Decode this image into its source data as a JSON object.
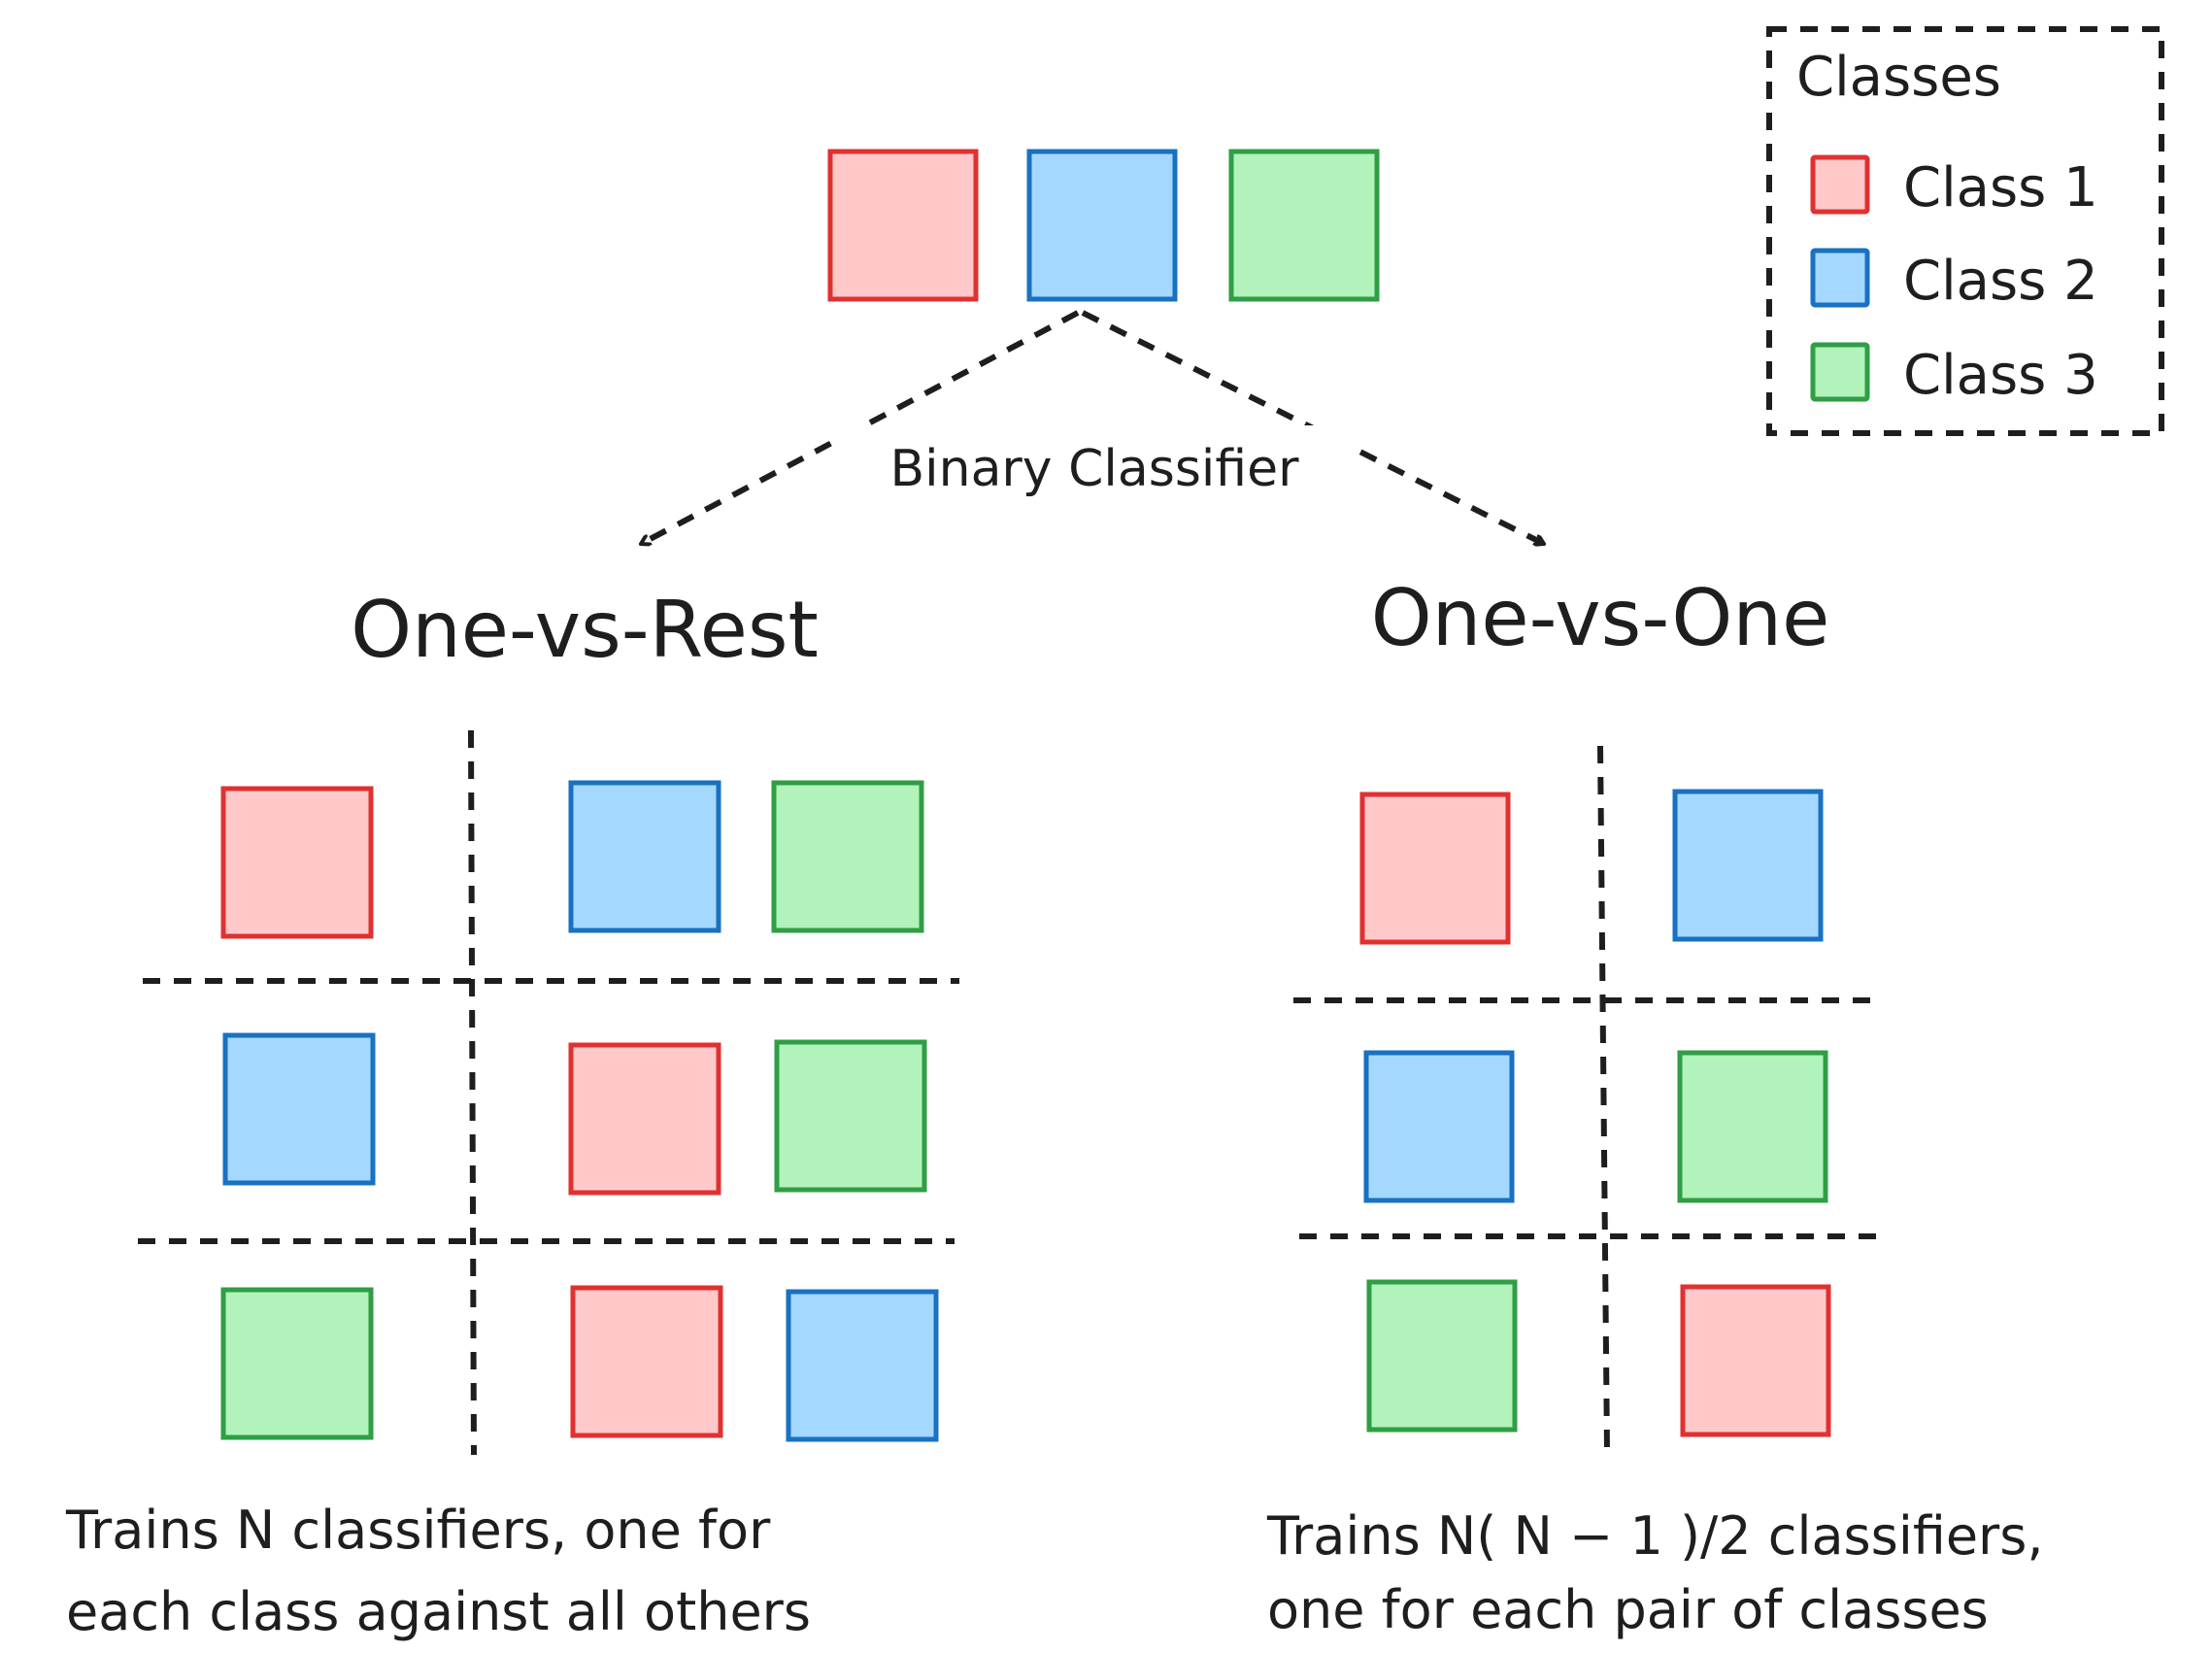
{
  "legend": {
    "title": "Classes",
    "items": [
      {
        "label": "Class 1",
        "class": "c1"
      },
      {
        "label": "Class 2",
        "class": "c2"
      },
      {
        "label": "Class 3",
        "class": "c3"
      }
    ]
  },
  "colors": {
    "class_1": {
      "fill": "#ffc9c9",
      "stroke": "#e03131"
    },
    "class_2": {
      "fill": "#a5d8ff",
      "stroke": "#1971c2"
    },
    "class_3": {
      "fill": "#b2f2bb",
      "stroke": "#2f9e44"
    }
  },
  "root": {
    "classes": [
      "class-1",
      "class-2",
      "class-3"
    ]
  },
  "edge_label": "Binary Classifier",
  "ovr": {
    "title": "One-vs-Rest",
    "rows": [
      {
        "one": "class-1",
        "rest": [
          "class-2",
          "class-3"
        ]
      },
      {
        "one": "class-2",
        "rest": [
          "class-1",
          "class-3"
        ]
      },
      {
        "one": "class-3",
        "rest": [
          "class-1",
          "class-2"
        ]
      }
    ],
    "caption_line1": "Trains N classifiers, one for",
    "caption_line2": "each class against all others"
  },
  "ovo": {
    "title": "One-vs-One",
    "rows": [
      {
        "a": "class-1",
        "b": "class-2"
      },
      {
        "a": "class-2",
        "b": "class-3"
      },
      {
        "a": "class-3",
        "b": "class-1"
      }
    ],
    "caption_line1": "Trains N( N − 1 )/2 classifiers,",
    "caption_line2": "one for each pair of classes"
  }
}
